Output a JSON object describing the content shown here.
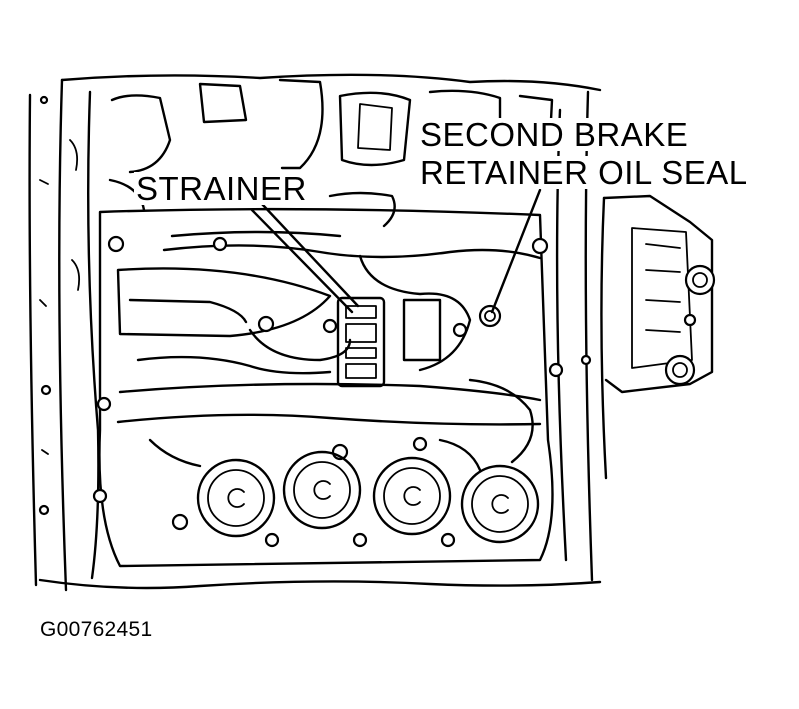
{
  "labels": {
    "strainer": "STRAINER",
    "seal_line_1": "SECOND BRAKE",
    "seal_line_2": "RETAINER OIL SEAL"
  },
  "figure_id": "G00762451",
  "components": {
    "solenoid_count": 4
  },
  "colors": {
    "ink": "#000000",
    "paper": "#ffffff"
  }
}
